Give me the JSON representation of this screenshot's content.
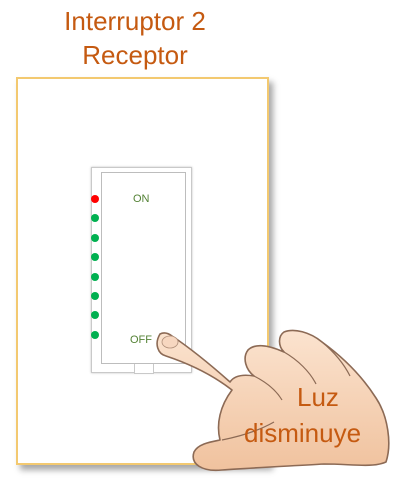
{
  "title": {
    "line1": "Interruptor 2",
    "line2": "Receptor"
  },
  "switch": {
    "on_label": "ON",
    "off_label": "OFF"
  },
  "leds": {
    "states": [
      "red",
      "green",
      "green",
      "green",
      "green",
      "green",
      "green",
      "green"
    ],
    "colors": {
      "red": "#ff0000",
      "green": "#00b050"
    }
  },
  "caption": {
    "line1": "Luz",
    "line2": "disminuye"
  },
  "icons": {
    "hand": "pointing-hand-icon"
  }
}
